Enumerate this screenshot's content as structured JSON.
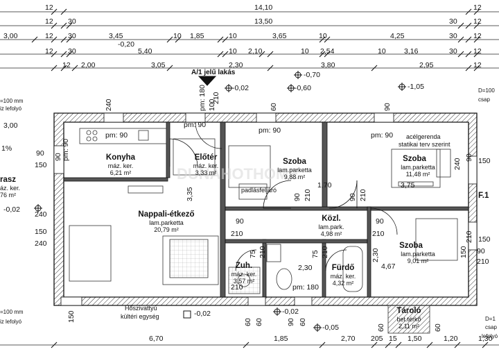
{
  "dims": {
    "row1": [
      "12",
      "14,10",
      "12"
    ],
    "row2": [
      "12",
      "30",
      "13,50",
      "30",
      "12"
    ],
    "row3": [
      "3,00",
      "12",
      "30",
      "3,45",
      "10",
      "1,85",
      "10",
      "3,65",
      "10",
      "4,25",
      "30",
      "12"
    ],
    "row4": [
      "-0,20",
      "12",
      "30",
      "5,40",
      "10",
      "2,10",
      "10",
      "2,54",
      "10",
      "3,16",
      "30",
      "12"
    ],
    "row5": [
      "12",
      "2,00",
      "3,05",
      "2,30",
      "3,80",
      "2,95",
      "12"
    ],
    "bottom": [
      "6,70",
      "1,85",
      "2,70",
      "205",
      "15",
      "1,50",
      "1,20",
      "1,30"
    ],
    "left": [
      "3,00",
      "90",
      "150",
      "240",
      "150",
      "240",
      "1%",
      "=100 mm",
      "iz lefolyó",
      "=100 mm",
      "iz lefolyó"
    ],
    "right": [
      "D=100",
      "csap",
      "150",
      "150",
      "90",
      "210",
      "D=1",
      "csap",
      "lefolyó"
    ],
    "doors": [
      "pm: 90",
      "pm: 90",
      "pm: 90",
      "pm: 90",
      "pm: 90",
      "90",
      "210",
      "90",
      "210",
      "90",
      "210",
      "90",
      "210",
      "75",
      "210",
      "75",
      "210",
      "90",
      "210",
      "150",
      "240",
      "90",
      "210",
      "pm: 180",
      "pm: 180",
      "100",
      "240",
      "60",
      "90",
      "150",
      "60",
      "60",
      "60",
      "60",
      "60",
      "90",
      "210",
      "1,70",
      "3,75",
      "3,35",
      "2,30",
      "4,67",
      "2,30"
    ]
  },
  "levels": [
    "-0,02",
    "-0,60",
    "-0,70",
    "-1,05",
    "-0,02",
    "-0,05",
    "-0,02",
    "-0,02"
  ],
  "top_label": "A/1 jelű lakás",
  "rooms": [
    {
      "name": "Konyha",
      "sub": "máz. ker.",
      "area": "6,21 m²"
    },
    {
      "name": "Előtér",
      "sub": "máz. ker.",
      "area": "3,33 m²"
    },
    {
      "name": "Szoba",
      "sub": "lam.parketta",
      "area": "9,88 m²"
    },
    {
      "name": "Szoba",
      "sub": "lam.parketta",
      "area": "11,48 m²"
    },
    {
      "name": "Nappali-étkező",
      "sub": "lam.parketta",
      "area": "20,79 m²"
    },
    {
      "name": "Közl.",
      "sub": "lam.park.",
      "area": "4,98 m²"
    },
    {
      "name": "Szoba",
      "sub": "lam.parketta",
      "area": "9,01 m²"
    },
    {
      "name": "Zuh.",
      "sub": "máz. ker.",
      "area": "3,57 m²"
    },
    {
      "name": "Fürdő",
      "sub": "máz. ker.",
      "area": "4,32 m²"
    },
    {
      "name": "Tároló",
      "sub": "bet.térkő",
      "area": "2,11 m²"
    }
  ],
  "notes": {
    "padlas": "padlásfeljáró",
    "acel": "acélgerenda",
    "statikai": "statikai terv szerint",
    "hoszivattyu": "Hőszivattyú",
    "kulteri": "kültéri egység",
    "terasz": "rasz",
    "terasz_sub": "áz. ker.",
    "terasz_area": "76 m²",
    "f1": "F.1",
    "watermark": "DUNAHOTHOME"
  }
}
